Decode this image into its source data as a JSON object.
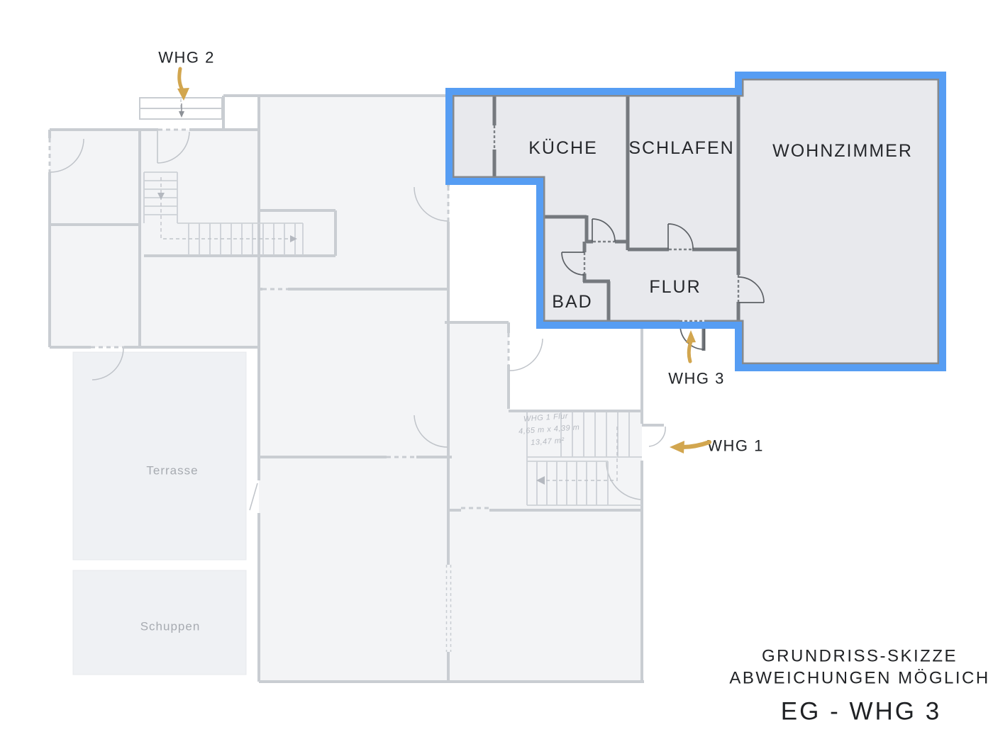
{
  "rooms": {
    "kueche": "KÜCHE",
    "schlafen": "SCHLAFEN",
    "wohnzimmer": "WOHNZIMMER",
    "bad": "BAD",
    "flur": "FLUR",
    "terrasse": "Terrasse",
    "schuppen": "Schuppen"
  },
  "labels": {
    "whg1": "WHG 1",
    "whg2": "WHG 2",
    "whg3": "WHG 3"
  },
  "stair_annotation": {
    "line1": "WHG 1  Flur",
    "line2": "4,65 m x 4,39 m",
    "line3": "13,47 m²"
  },
  "footer": {
    "line1": "GRUNDRISS-SKIZZE",
    "line2": "ABWEICHUNGEN MÖGLICH",
    "line3": "EG - WHG 3"
  },
  "colors": {
    "highlight": "#569df3",
    "arrow": "#d2a64f",
    "wall_dark": "#75797e",
    "wall_faded": "#c9cdd2",
    "room_fill": "#e8e9ed",
    "faded_fill": "#f3f4f6",
    "terrace_fill": "#eff1f4",
    "text_dark": "#26282c",
    "text_faded": "#a7abb1",
    "text_dim": "#b6bac1"
  }
}
